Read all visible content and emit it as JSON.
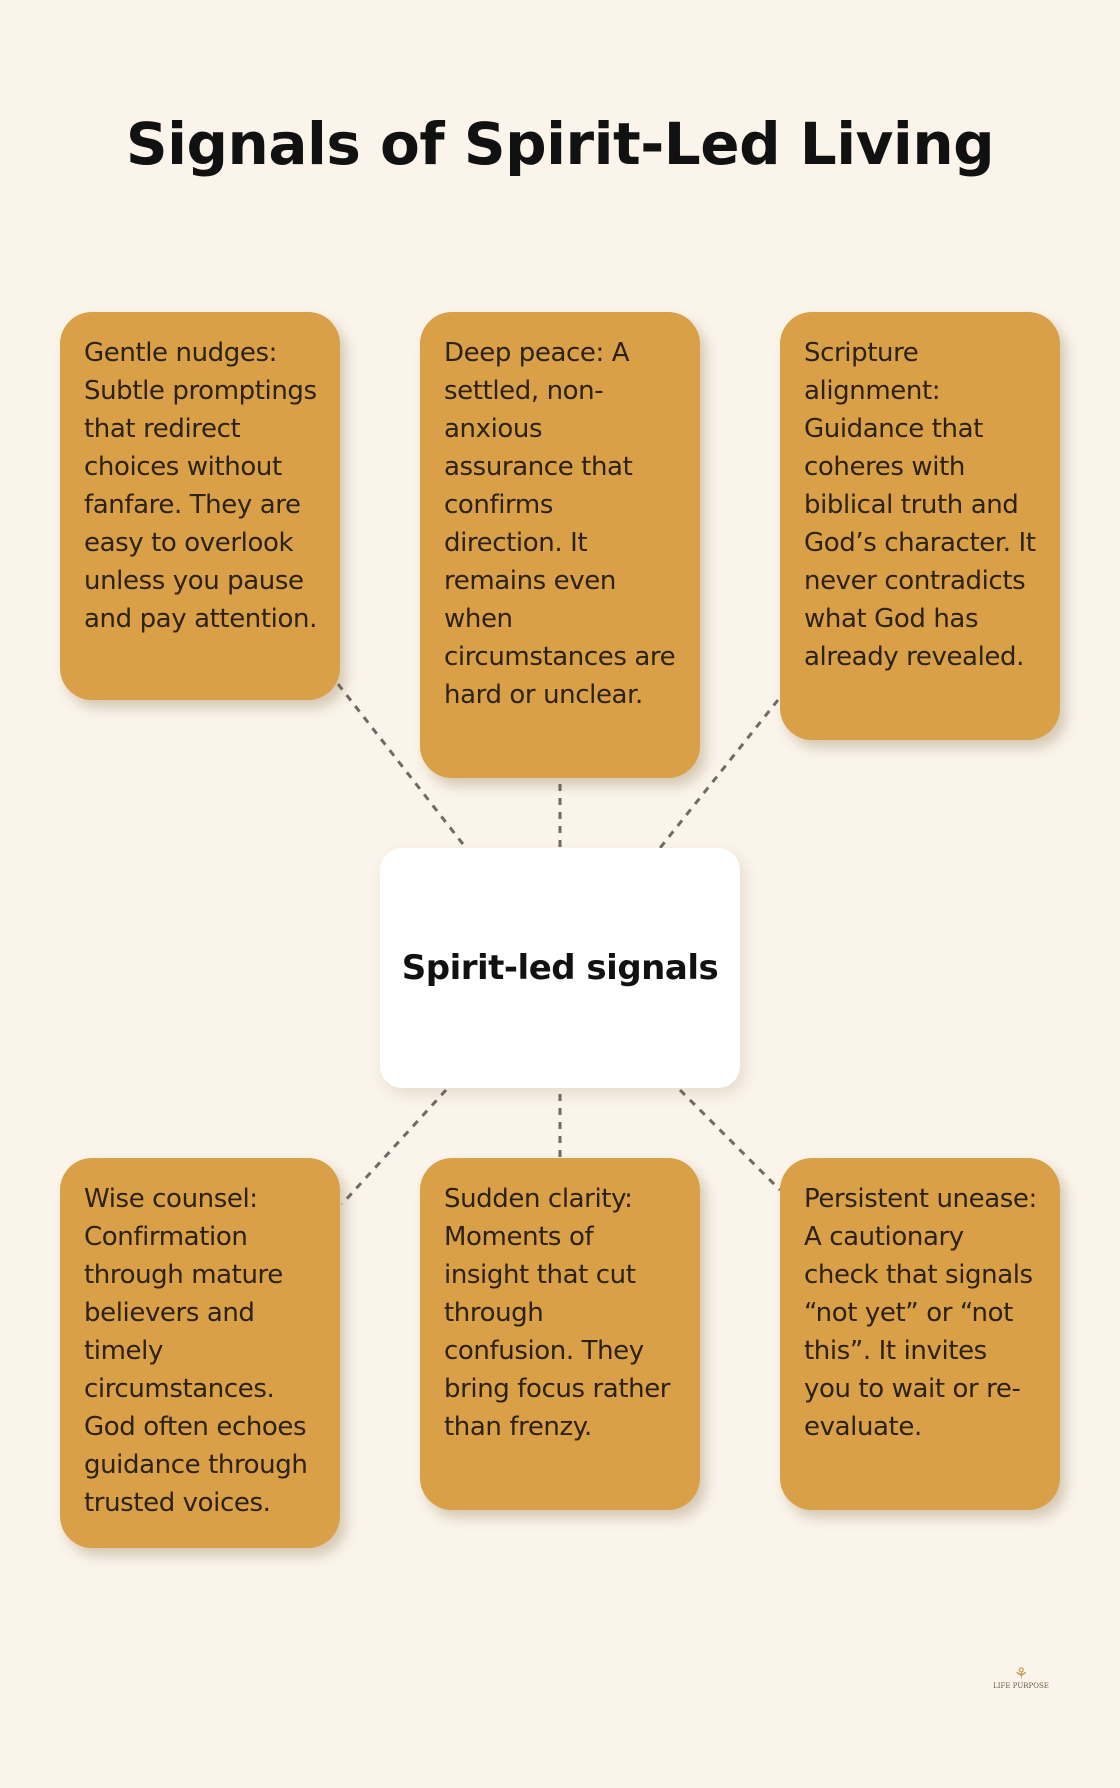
{
  "title": "Signals of Spirit-Led Living",
  "center_label": "Spirit-led signals",
  "signals": [
    "Gentle nudges: Subtle promptings that redirect choices without fanfare. They are easy to overlook unless you pause and pay attention.",
    "Deep peace: A settled, non-anxious assurance that confirms direction. It remains even when circumstances are hard or unclear.",
    "Scripture alignment: Guidance that coheres with biblical truth and God’s character. It never contradicts what God has already revealed.",
    "Wise counsel: Confirmation through mature believers and timely circumstances. God often echoes guidance through trusted voices.",
    "Sudden clarity: Moments of insight that cut through confusion. They bring focus rather than frenzy.",
    "Persistent unease: A cautionary check that signals “not yet” or “not this”. It invites you to wait or re-evaluate."
  ],
  "logo": {
    "text": "LIFE PURPOSE",
    "icon": "tree-icon"
  },
  "colors": {
    "background": "#faf4ea",
    "card": "#d9a047",
    "center": "#ffffff",
    "connector": "#6f6a64"
  }
}
